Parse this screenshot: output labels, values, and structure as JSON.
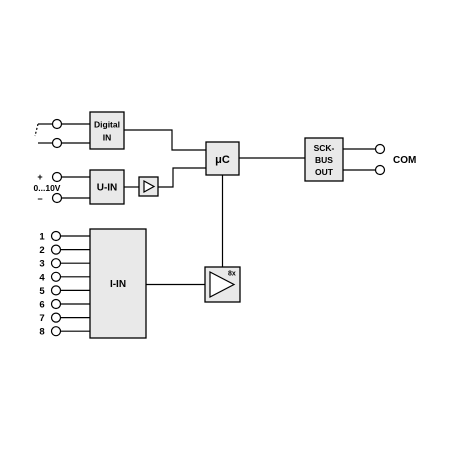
{
  "blocks": {
    "digital_in": [
      "Digital",
      "IN"
    ],
    "u_in": "U-IN",
    "i_in": "I-IN",
    "uc": "μC",
    "sck_bus": [
      "SCK-",
      "BUS",
      "OUT"
    ]
  },
  "labels": {
    "plus": "+",
    "range": "0...10V",
    "minus": "−",
    "com": "COM",
    "amp_gain": "8x"
  },
  "current_inputs": [
    "1",
    "2",
    "3",
    "4",
    "5",
    "6",
    "7",
    "8"
  ]
}
